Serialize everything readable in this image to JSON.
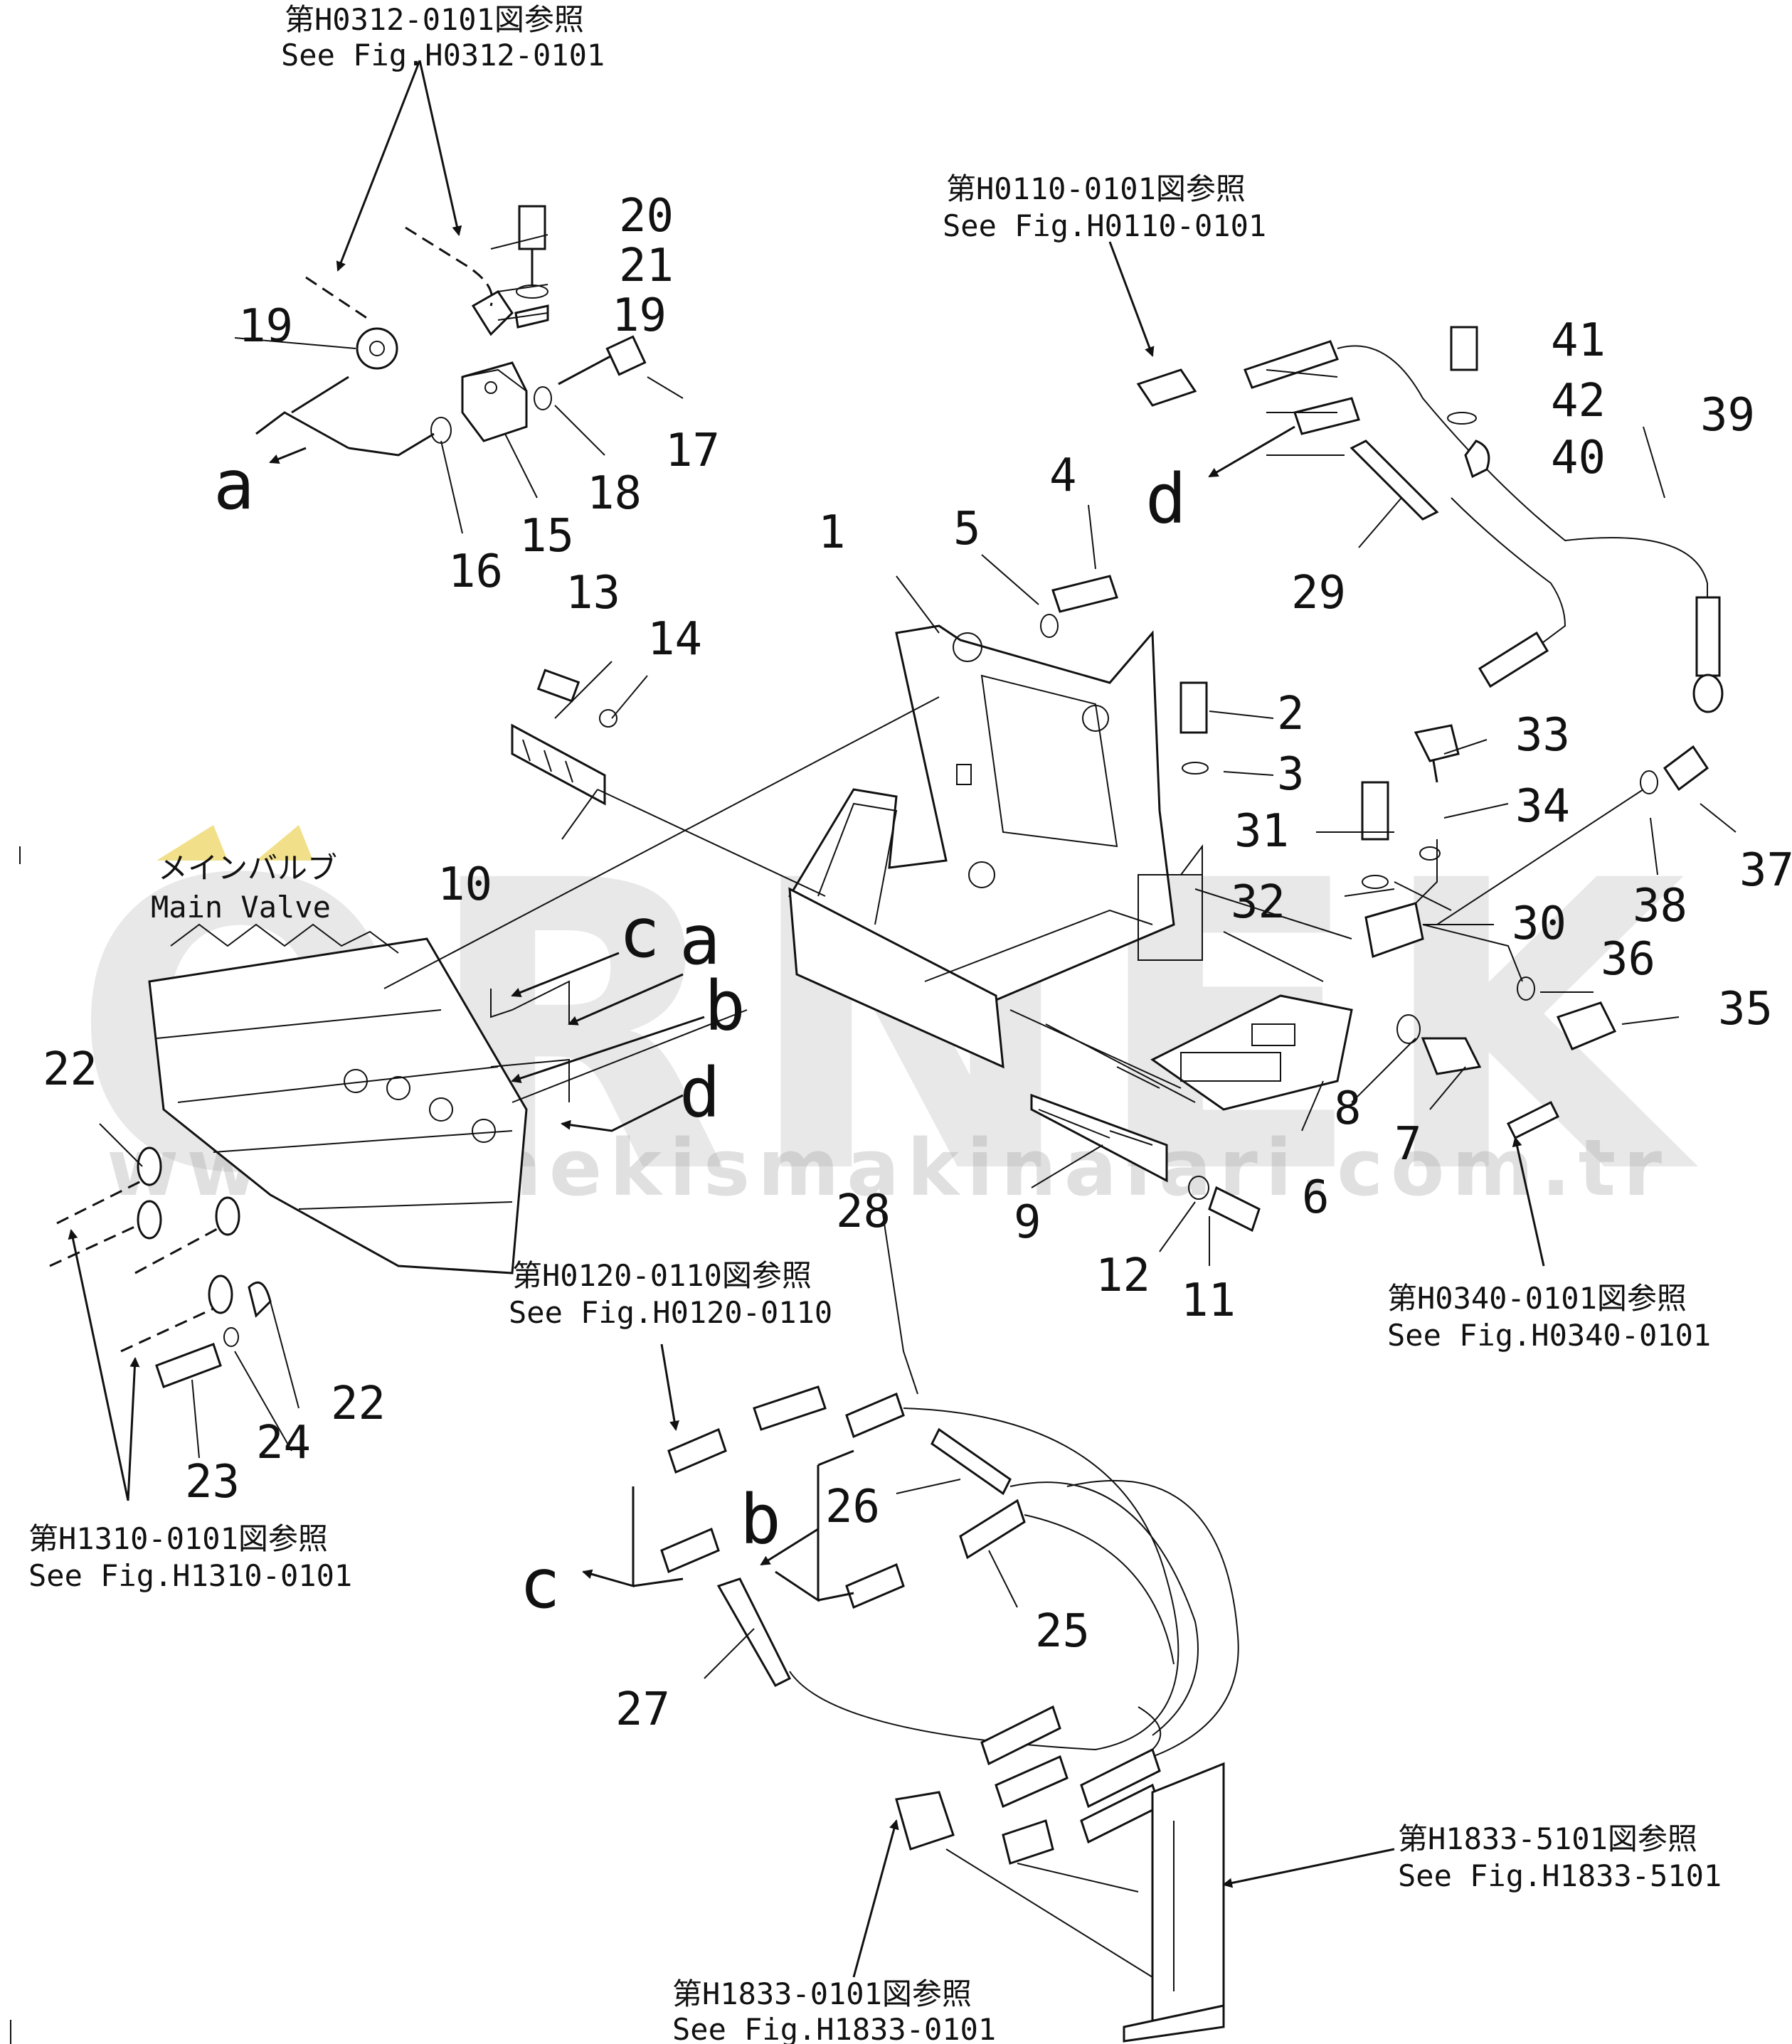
{
  "watermark": {
    "brand": "ORNEK",
    "url": "www.ornekismakinalari.com.tr"
  },
  "main_valve": {
    "label_jp": "メインバルブ",
    "label_en": "Main Valve"
  },
  "references": {
    "h0312": {
      "jp": "第H0312-0101図参照",
      "en": "See Fig.H0312-0101"
    },
    "h0110": {
      "jp": "第H0110-0101図参照",
      "en": "See Fig.H0110-0101"
    },
    "h0340": {
      "jp": "第H0340-0101図参照",
      "en": "See Fig.H0340-0101"
    },
    "h0120": {
      "jp": "第H0120-0110図参照",
      "en": "See Fig.H0120-0110"
    },
    "h1310": {
      "jp": "第H1310-0101図参照",
      "en": "See Fig.H1310-0101"
    },
    "h1833_5101": {
      "jp": "第H1833-5101図参照",
      "en": "See Fig.H1833-5101"
    },
    "h1833_0101": {
      "jp": "第H1833-0101図参照",
      "en": "See Fig.H1833-0101"
    }
  },
  "connection_letters": {
    "a": "a",
    "b": "b",
    "c": "c",
    "d": "d"
  },
  "part_numbers": {
    "p1": "1",
    "p2": "2",
    "p3": "3",
    "p4": "4",
    "p5": "5",
    "p6": "6",
    "p7": "7",
    "p8": "8",
    "p9": "9",
    "p10": "10",
    "p11": "11",
    "p12": "12",
    "p13": "13",
    "p14": "14",
    "p15": "15",
    "p16": "16",
    "p17": "17",
    "p18": "18",
    "p19a": "19",
    "p19b": "19",
    "p20": "20",
    "p21": "21",
    "p22a": "22",
    "p22b": "22",
    "p23": "23",
    "p24": "24",
    "p25": "25",
    "p26": "26",
    "p27": "27",
    "p28": "28",
    "p29": "29",
    "p30": "30",
    "p31": "31",
    "p32": "32",
    "p33": "33",
    "p34": "34",
    "p35": "35",
    "p36": "36",
    "p37": "37",
    "p38": "38",
    "p39": "39",
    "p40": "40",
    "p41": "41",
    "p42": "42"
  }
}
